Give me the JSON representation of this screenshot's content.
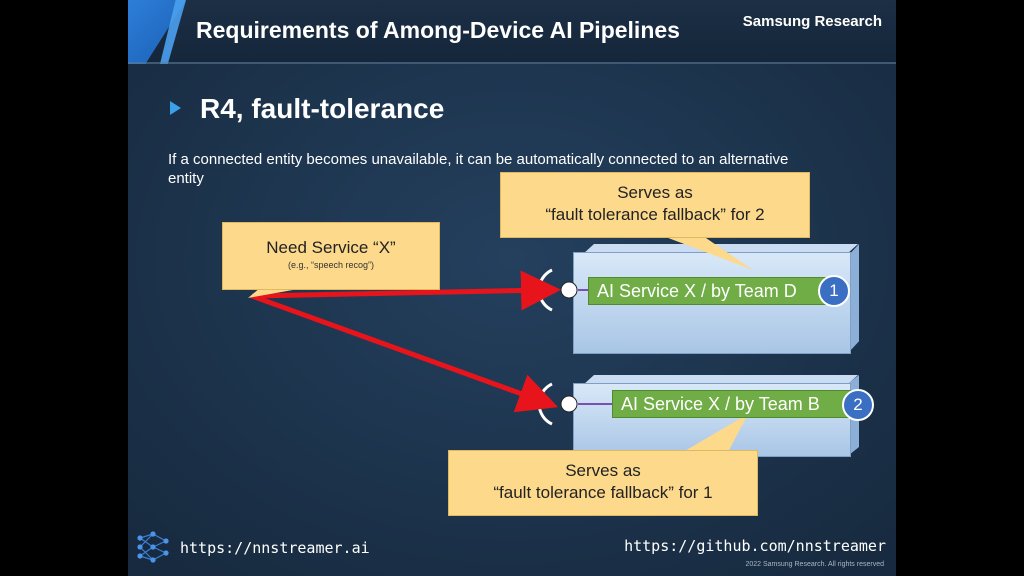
{
  "slide": {
    "title": "Requirements of Among-Device AI Pipelines",
    "brand": "Samsung Research",
    "heading": "R4, fault-tolerance",
    "description": "If a connected entity becomes unavailable, it can be automatically connected to an alternative entity"
  },
  "callouts": {
    "need": {
      "line1": "Need Service “X”",
      "line2": "(e.g., “speech recog”)"
    },
    "fallback_for_2": {
      "line1": "Serves as",
      "line2": "“fault tolerance fallback” for 2"
    },
    "fallback_for_1": {
      "line1": "Serves as",
      "line2": "“fault tolerance fallback” for 1"
    }
  },
  "services": [
    {
      "label": "AI Service X / by Team D",
      "badge": "1"
    },
    {
      "label": "AI Service X / by Team B",
      "badge": "2"
    }
  ],
  "footer": {
    "left_url": "https://nnstreamer.ai",
    "right_url": "https://github.com/nnstreamer",
    "copyright": "2022 Samsung Research. All rights reserved"
  },
  "colors": {
    "background": "#1d3148",
    "callout": "#fdd98c",
    "service_label": "#70ad47",
    "badge": "#3b6fc4",
    "arrow": "#e8141c",
    "accent": "#3aa0e8"
  },
  "icons": [
    "play-bullet-icon",
    "neural-network-logo-icon",
    "arrow-icon",
    "plug-socket-icon"
  ]
}
